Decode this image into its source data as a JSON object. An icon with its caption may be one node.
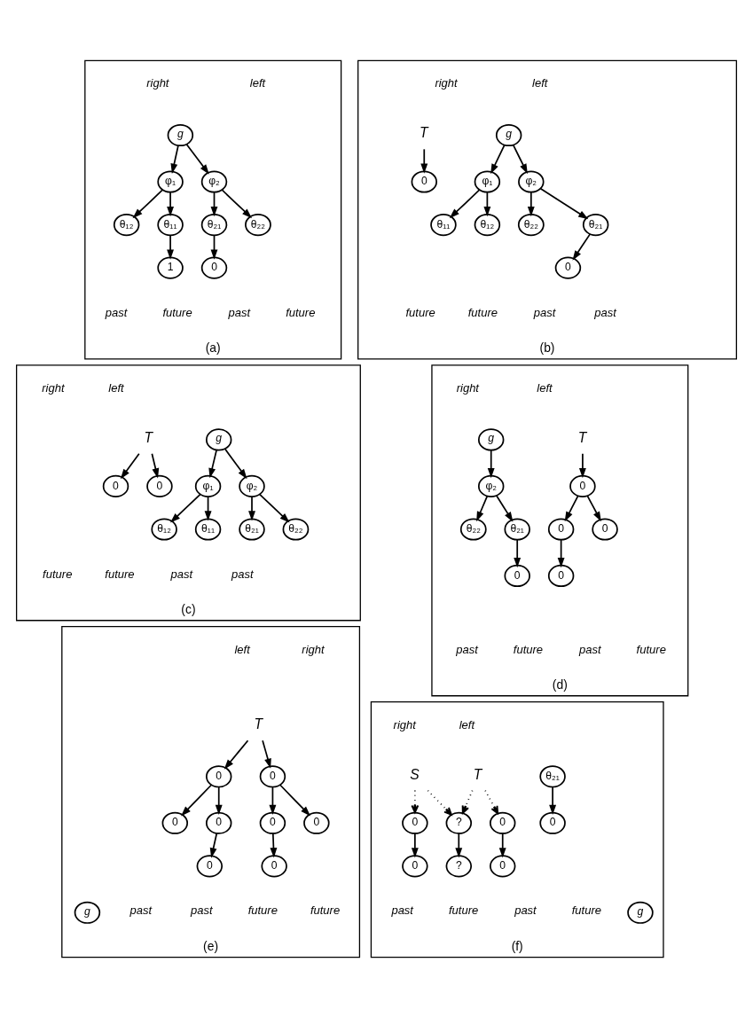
{
  "diagram": {
    "nodes": [
      {
        "text": [
          "(a)"
        ]
      },
      {
        "text": [
          "g"
        ],
        "in": 0
      },
      {
        "text": [
          "φ₁"
        ],
        "in": 0
      },
      {
        "text": [
          "φ₂"
        ],
        "in": 0
      },
      {
        "text": [
          "θ₁₁"
        ],
        "in": 0
      },
      {
        "text": [
          "θ₁₂"
        ],
        "in": 0
      },
      {
        "text": [
          "θ₂₁"
        ],
        "in": 0
      },
      {
        "text": [
          "θ₂₂"
        ],
        "in": 0
      },
      {
        "text": [
          "1"
        ],
        "in": 0
      },
      {
        "text": [
          "0"
        ],
        "in": 0
      },
      {
        "text": [
          "(b)"
        ]
      },
      {
        "text": [
          "T"
        ],
        "in": 10
      },
      {
        "text": [
          "g"
        ],
        "in": 10
      },
      {
        "text": [
          "φ₁"
        ],
        "in": 10
      },
      {
        "text": [
          "φ₂"
        ],
        "in": 10
      },
      {
        "text": [
          "θ₁₁"
        ],
        "in": 10
      },
      {
        "text": [
          "θ₁₂"
        ],
        "in": 10
      },
      {
        "text": [
          "θ₂₁"
        ],
        "in": 10
      },
      {
        "text": [
          "θ₂₂"
        ],
        "in": 10
      },
      {
        "text": [
          "0"
        ],
        "in": 10
      },
      {
        "text": [
          "0"
        ],
        "in": 10
      },
      {
        "text": [
          "(c)"
        ]
      },
      {
        "text": [
          "T"
        ],
        "in": 21
      },
      {
        "text": [
          "g"
        ],
        "in": 21
      },
      {
        "text": [
          "φ₁"
        ],
        "in": 21
      },
      {
        "text": [
          "φ₂"
        ],
        "in": 21
      },
      {
        "text": [
          "θ₁₁"
        ],
        "in": 21
      },
      {
        "text": [
          "θ₁₂"
        ],
        "in": 21
      },
      {
        "text": [
          "θ₂₁"
        ],
        "in": 21
      },
      {
        "text": [
          "θ₂₂"
        ],
        "in": 21
      },
      {
        "text": [
          "0"
        ],
        "in": 21
      },
      {
        "text": [
          "0"
        ],
        "in": 21
      },
      {
        "text": [
          "(d)"
        ]
      },
      {
        "text": [
          "T"
        ],
        "in": 32
      },
      {
        "text": [
          "g"
        ],
        "in": 32
      },
      {
        "text": [
          "0"
        ],
        "in": 32
      },
      {
        "text": [
          "φ₂"
        ],
        "in": 32
      },
      {
        "text": [
          "0"
        ],
        "in": 32
      },
      {
        "text": [
          "0"
        ],
        "in": 32
      },
      {
        "text": [
          "θ₂₁"
        ],
        "in": 32
      },
      {
        "text": [
          "θ₂₂"
        ],
        "in": 32
      },
      {
        "text": [
          "0"
        ],
        "in": 32
      },
      {
        "text": [
          "0"
        ],
        "in": 32
      },
      {
        "text": [
          "(e)"
        ]
      },
      {
        "text": [
          "T"
        ],
        "in": 43
      },
      {
        "text": [
          "g"
        ],
        "in": 43
      },
      {
        "text": [
          "0"
        ],
        "in": 43
      },
      {
        "text": [
          "0"
        ],
        "in": 43
      },
      {
        "text": [
          "0"
        ],
        "in": 43
      },
      {
        "text": [
          "0"
        ],
        "in": 43
      },
      {
        "text": [
          "0"
        ],
        "in": 43
      },
      {
        "text": [
          "0"
        ],
        "in": 43
      },
      {
        "text": [
          "0"
        ],
        "in": 43
      },
      {
        "text": [
          "0"
        ],
        "in": 43
      },
      {
        "text": [
          "(f)"
        ]
      },
      {
        "text": [
          "T"
        ],
        "in": 54
      },
      {
        "text": [
          "g"
        ],
        "in": 54
      },
      {
        "text": [
          "S"
        ],
        "in": 54
      },
      {
        "text": [
          "?"
        ],
        "in": 54
      },
      {
        "text": [
          "0"
        ],
        "in": 54
      },
      {
        "text": [
          "0"
        ],
        "in": 54
      },
      {
        "text": [
          "?"
        ],
        "in": 54
      },
      {
        "text": [
          "θ₂₁"
        ],
        "in": 54
      },
      {
        "text": [
          "0"
        ],
        "in": 54
      },
      {
        "text": [
          "0"
        ],
        "in": 54
      },
      {
        "text": [
          "0"
        ],
        "in": 54
      }
    ],
    "edges": [
      {
        "from": 1,
        "to": 2,
        "arrow": "to"
      },
      {
        "from": 1,
        "to": 3,
        "arrow": "to"
      },
      {
        "from": 2,
        "to": 4,
        "arrow": "to"
      },
      {
        "from": 2,
        "to": 5,
        "arrow": "to"
      },
      {
        "from": 3,
        "to": 6,
        "arrow": "to"
      },
      {
        "from": 3,
        "to": 7,
        "arrow": "to"
      },
      {
        "from": 4,
        "to": 8,
        "arrow": "to"
      },
      {
        "from": 6,
        "to": 9,
        "arrow": "to"
      },
      {
        "from": 12,
        "to": 13,
        "arrow": "to"
      },
      {
        "from": 12,
        "to": 14,
        "arrow": "to"
      },
      {
        "from": 13,
        "to": 15,
        "arrow": "to"
      },
      {
        "from": 13,
        "to": 16,
        "arrow": "to"
      },
      {
        "from": 14,
        "to": 17,
        "arrow": "to"
      },
      {
        "from": 14,
        "to": 18,
        "arrow": "to"
      },
      {
        "from": 11,
        "to": 19,
        "arrow": "to"
      },
      {
        "from": 17,
        "to": 20,
        "arrow": "to"
      },
      {
        "from": 23,
        "to": 24,
        "arrow": "to"
      },
      {
        "from": 23,
        "to": 25,
        "arrow": "to"
      },
      {
        "from": 24,
        "to": 26,
        "arrow": "to"
      },
      {
        "from": 24,
        "to": 27,
        "arrow": "to"
      },
      {
        "from": 25,
        "to": 28,
        "arrow": "to"
      },
      {
        "from": 25,
        "to": 29,
        "arrow": "to"
      },
      {
        "from": 22,
        "to": 30,
        "arrow": "to"
      },
      {
        "from": 22,
        "to": 31,
        "arrow": "to"
      },
      {
        "from": 33,
        "to": 35,
        "arrow": "to"
      },
      {
        "from": 34,
        "to": 36,
        "arrow": "to"
      },
      {
        "from": 35,
        "to": 37,
        "arrow": "to"
      },
      {
        "from": 35,
        "to": 38,
        "arrow": "to"
      },
      {
        "from": 36,
        "to": 39,
        "arrow": "to"
      },
      {
        "from": 36,
        "to": 40,
        "arrow": "to"
      },
      {
        "from": 37,
        "to": 41,
        "arrow": "to"
      },
      {
        "from": 39,
        "to": 42,
        "arrow": "to"
      },
      {
        "from": 44,
        "to": 46,
        "arrow": "to"
      },
      {
        "from": 44,
        "to": 47,
        "arrow": "to"
      },
      {
        "from": 46,
        "to": 48,
        "arrow": "to"
      },
      {
        "from": 46,
        "to": 49,
        "arrow": "to"
      },
      {
        "from": 47,
        "to": 50,
        "arrow": "to"
      },
      {
        "from": 47,
        "to": 51,
        "arrow": "to"
      },
      {
        "from": 48,
        "to": 52,
        "arrow": "to"
      },
      {
        "from": 50,
        "to": 53,
        "arrow": "to"
      },
      {
        "from": 55,
        "to": 58,
        "arrow": "to",
        "style": "dashed"
      },
      {
        "from": 55,
        "to": 60,
        "arrow": "to",
        "style": "dashed"
      },
      {
        "from": 57,
        "to": 58,
        "arrow": "to",
        "style": "dashed"
      },
      {
        "from": 57,
        "to": 59,
        "arrow": "to",
        "style": "dashed"
      },
      {
        "from": 58,
        "to": 61,
        "arrow": "to"
      },
      {
        "from": 59,
        "to": 63,
        "arrow": "to"
      },
      {
        "from": 60,
        "to": 64,
        "arrow": "to"
      },
      {
        "from": 62,
        "to": 65,
        "arrow": "to"
      }
    ],
    "labels": [
      "left",
      "right",
      "past",
      "future",
      "past",
      "future",
      "left",
      "right",
      "past",
      "future",
      "past",
      "future",
      "left",
      "right",
      "past",
      "future",
      "past",
      "future",
      "left",
      "right",
      "past",
      "future",
      "past",
      "future",
      "left",
      "right",
      "past",
      "future",
      "past",
      "future",
      "left",
      "right",
      "past",
      "future",
      "past",
      "future"
    ]
  }
}
